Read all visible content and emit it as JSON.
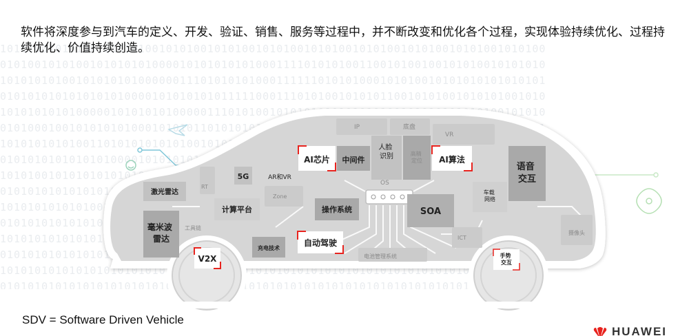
{
  "headline": "软件将深度参与到汽车的定义、开发、验证、销售、服务等过程中，并不断改变和优化各个过程，实现体验持续优化、过程持续优化、价值持续创造。",
  "footer": "SDV  = Software Driven Vehicle",
  "brand": "HUAWEI",
  "binary_rows": [
    "1010100101010010101010010101001010100101010010101001010100101010010101001010100",
    "0101001010100101010101000010101010101000111101010100110010100100101010010101010",
    "1010101010010101010100000011101010101000111111010101000101010010101010101010101",
    "0101010101010101010000101010101011111000111010100101010110010101001010101001010",
    "1010101010100000101010101000001110101001010101010101010100101010101010100101010",
    "0101000100101010101000101010110101010100100010010100101001010001010100101010101",
    "1010101010100110101010101010010101010101001010101010101001010101010101010101010",
    "0101010101010101000010101010110101010101010101010010101010101010101010101001010",
    "1010100101010101010101010101010101000010101010100101010101010101010101010101010",
    "0101010101010101010101000010101010101010101010101010100101010101010101010101010",
    "1010101010101001010101010101010101010100101010101010101010101010101010100101010",
    "0101010101010101010101010101010010101010101010101010101010101010101001010101010",
    "1010101010101010101000101010101010101010101010101010101010101010100101010101010",
    "0101010101010101010101010101010101010101010100101010101010101010101010101010101",
    "1010101010101010101010101010101010101010101010101010101010101010101010101010101",
    "0101010101010101010101010101010101010101010101010101010101010101010101010101010"
  ],
  "labels": {
    "ai_chip": "AI芯片",
    "middleware": "中间件",
    "face_recognition": "人脸识别",
    "hd_positioning": "高精定位",
    "ai_algorithm": "AI算法",
    "voice_interaction": "语音交互",
    "lidar": "激光雷达",
    "fiveg": "5G",
    "ar_vr": "AR和VR",
    "compute_platform": "计算平台",
    "os": "操作系统",
    "soa": "SOA",
    "vehicle_network": "车载网络",
    "mmwave_radar": "毫米波雷达",
    "domain_controller": "工具链",
    "v2x": "V2X",
    "charging": "充电技术",
    "autonomous_driving": "自动驾驶",
    "gesture_interaction": "手势交互",
    "camera": "摄像头",
    "ip": "IP",
    "vr": "VR",
    "bms": "电池管理系统",
    "os_small": "OS",
    "rt": "RT",
    "zone": "Zone",
    "ict": "ICT",
    "chassis": "底盘"
  },
  "colors": {
    "car_body": "#d6d6d6",
    "block_dark": "#a9a9a9",
    "block_mid": "#c2c2c2",
    "highlight_border": "#e8231e",
    "trace": "#ffffff",
    "binary_text": "#e9ecef",
    "brand_red": "#e8231e"
  },
  "icons": [
    "signal-node-icon",
    "airplane-icon",
    "smiley-icon",
    "face-recognition-icon",
    "flower-logo-icon"
  ]
}
